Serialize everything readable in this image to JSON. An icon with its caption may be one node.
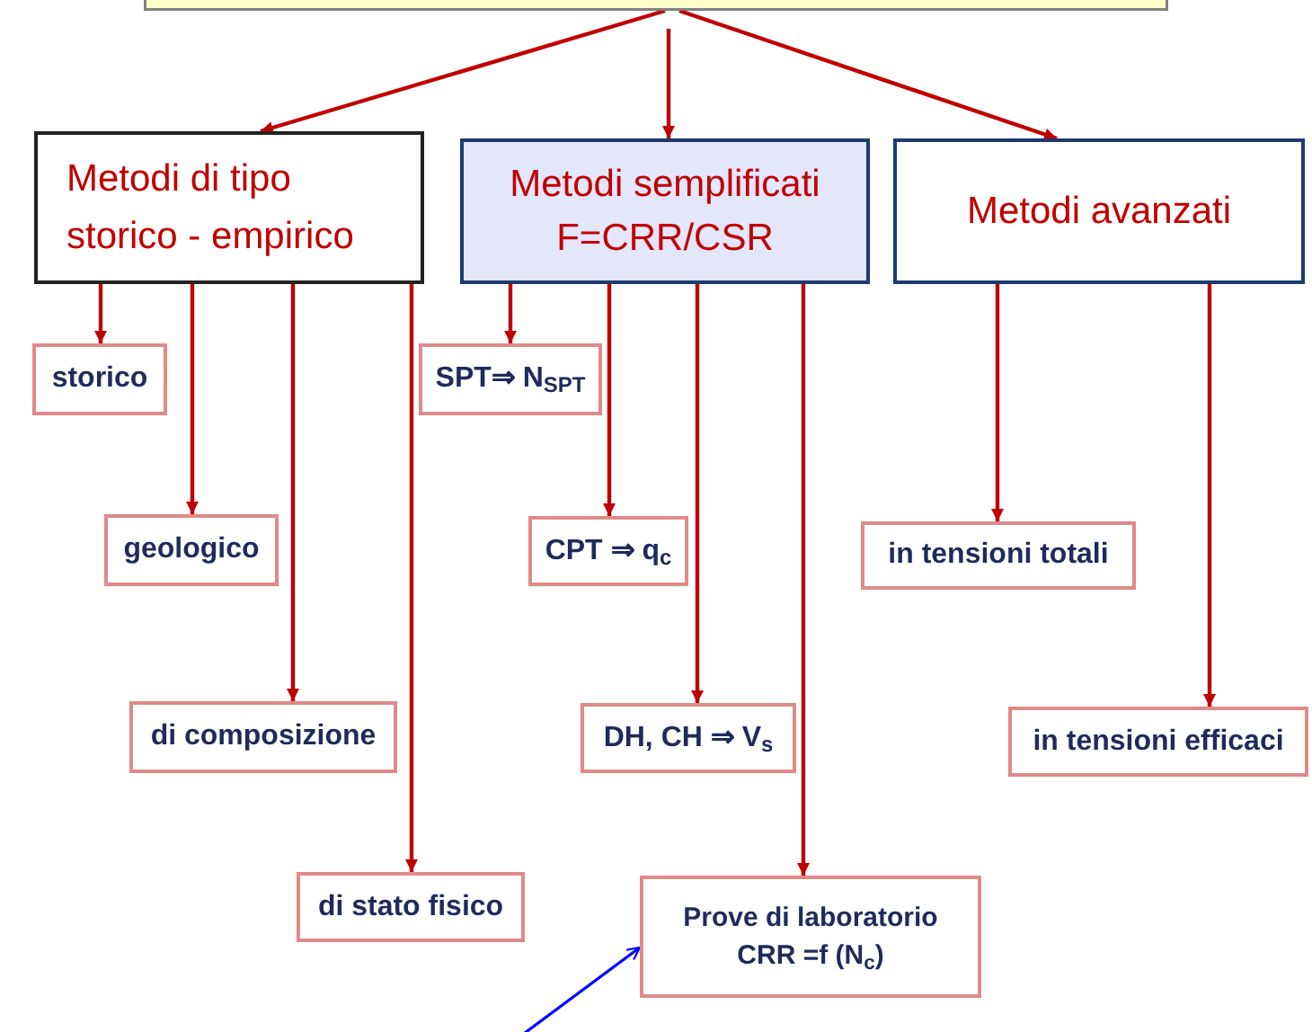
{
  "diagram": {
    "nodes": [
      {
        "text": [],
        "shape": "box"
      },
      {
        "text": [
          "Metodi di tipo storico - empirico"
        ]
      },
      {
        "text": [
          "Metodi semplificati F=CRR/CSR"
        ]
      },
      {
        "text": [
          "Metodi avanzati"
        ]
      },
      {
        "text": [
          "storico"
        ]
      },
      {
        "text": [
          "geologico"
        ]
      },
      {
        "text": [
          "di composizione"
        ]
      },
      {
        "text": [
          "di stato fisico"
        ]
      },
      {
        "text": [
          "SPT⇒ N$_{SPT}$"
        ]
      },
      {
        "text": [
          "CPT ⇒ q$_{c}$"
        ]
      },
      {
        "text": [
          "DH, CH ⇒ V$_{s}$"
        ]
      },
      {
        "text": [
          "Prove di laboratorio CRR =f (N$_{c}$)"
        ]
      },
      {
        "text": [
          "in tensioni totali"
        ]
      },
      {
        "text": [
          "in tensioni efficaci"
        ]
      }
    ],
    "edges": [
      {
        "from": 0,
        "to": 1,
        "arrow": "to"
      },
      {
        "from": 0,
        "to": 2,
        "arrow": "to"
      },
      {
        "from": 0,
        "to": 3,
        "arrow": "to"
      },
      {
        "from": 1,
        "to": 4,
        "arrow": "to"
      },
      {
        "from": 1,
        "to": 5,
        "arrow": "to"
      },
      {
        "from": 1,
        "to": 6,
        "arrow": "to"
      },
      {
        "from": 1,
        "to": 7,
        "arrow": "to"
      },
      {
        "from": 2,
        "to": 8,
        "arrow": "to"
      },
      {
        "from": 2,
        "to": 9,
        "arrow": "to"
      },
      {
        "from": 2,
        "to": 10,
        "arrow": "to"
      },
      {
        "from": 2,
        "to": 11,
        "arrow": "to"
      },
      {
        "from": 3,
        "to": 12,
        "arrow": "to"
      },
      {
        "from": 3,
        "to": 13,
        "arrow": "to"
      },
      {
        "from": null,
        "to": 11,
        "arrow": "to",
        "color": "#0000ff"
      }
    ]
  }
}
